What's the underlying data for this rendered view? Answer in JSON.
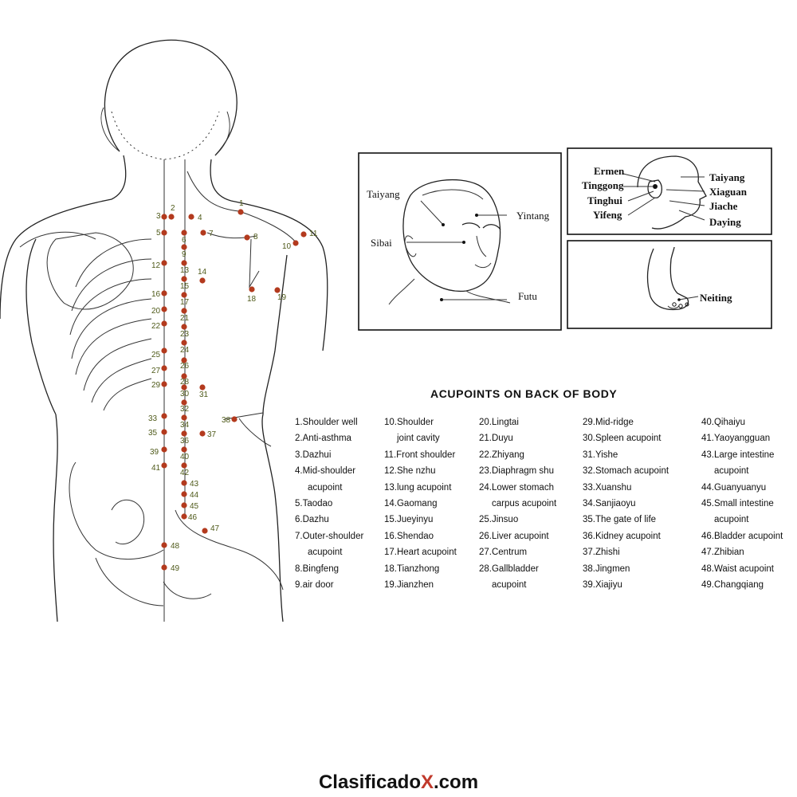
{
  "title": "ACUPOINTS ON BACK OF BODY",
  "footer": {
    "brand_a": "Clasificado",
    "brand_x": "X",
    "brand_b": ".com"
  },
  "face_panel": {
    "labels": {
      "taiyang": "Taiyang",
      "sibai": "Sibai",
      "yintang": "Yintang",
      "futu": "Futu"
    }
  },
  "ear_panel": {
    "labels": {
      "ermen": "Ermen",
      "tinggong": "Tinggong",
      "tinghui": "Tinghui",
      "yifeng": "Yifeng",
      "taiyang": "Taiyang",
      "xiaguan": "Xiaguan",
      "jiache": "Jiache",
      "daying": "Daying"
    }
  },
  "foot_panel": {
    "labels": {
      "neiting": "Neiting"
    }
  },
  "point_numbers": [
    "1",
    "2",
    "3",
    "4",
    "5",
    "6",
    "7",
    "8",
    "9",
    "10",
    "11",
    "12",
    "13",
    "14",
    "15",
    "16",
    "17",
    "18",
    "19",
    "20",
    "21",
    "22",
    "23",
    "24",
    "25",
    "26",
    "27",
    "28",
    "29",
    "30",
    "31",
    "32",
    "33",
    "34",
    "35",
    "36",
    "37",
    "38",
    "39",
    "40",
    "41",
    "42",
    "43",
    "44",
    "45",
    "46",
    "47",
    "48",
    "49"
  ],
  "legend_columns": [
    [
      "1.Shoulder well",
      "2.Anti-asthma",
      "3.Dazhui",
      "4.Mid-shoulder",
      "acupoint",
      "5.Taodao",
      "6.Dazhu",
      "7.Outer-shoulder",
      "acupoint",
      "8.Bingfeng",
      "9.air door"
    ],
    [
      "10.Shoulder",
      "joint cavity",
      "11.Front shoulder",
      "12.She nzhu",
      "13.lung acupoint",
      "14.Gaomang",
      "15.Jueyinyu",
      "16.Shendao",
      "17.Heart acupoint",
      "18.Tianzhong",
      "19.Jianzhen"
    ],
    [
      "20.Lingtai",
      "21.Duyu",
      "22.Zhiyang",
      "23.Diaphragm shu",
      "24.Lower stomach",
      "carpus acupoint",
      "25.Jinsuo",
      "26.Liver acupoint",
      "27.Centrum",
      "28.Gallbladder",
      "acupoint"
    ],
    [
      "29.Mid-ridge",
      "30.Spleen acupoint",
      "31.Yishe",
      "32.Stomach acupoint",
      "33.Xuanshu",
      "34.Sanjiaoyu",
      "35.The gate of life",
      "36.Kidney acupoint",
      "37.Zhishi",
      "38.Jingmen",
      "39.Xiajiyu"
    ],
    [
      "40.Qihaiyu",
      "41.Yaoyangguan",
      "43.Large intestine",
      "acupoint",
      "44.Guanyuanyu",
      "45.Small intestine",
      "acupoint",
      "46.Bladder acupoint",
      "47.Zhibian",
      "48.Waist acupoint",
      "49.Changqiang"
    ]
  ]
}
